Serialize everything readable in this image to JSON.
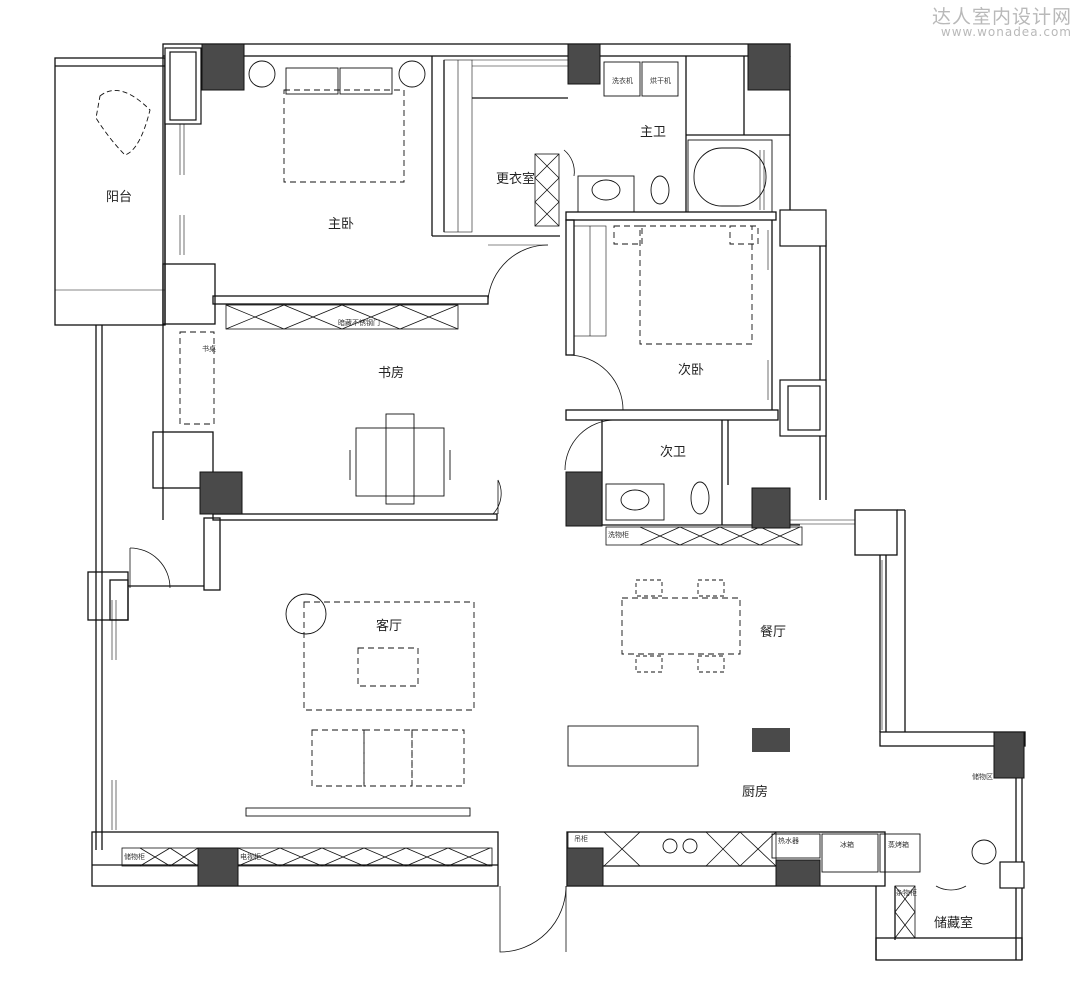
{
  "watermark": {
    "brand": "达人室内设计网",
    "url": "www.wonadea.com"
  },
  "rooms": {
    "balcony": "阳台",
    "master_bedroom": "主卧",
    "walk_in_closet": "更衣室",
    "master_bath": "主卫",
    "second_bedroom": "次卧",
    "study": "书房",
    "second_bath": "次卫",
    "living_room": "客厅",
    "dining_room": "餐厅",
    "kitchen": "厨房",
    "storage_room": "储藏室"
  },
  "fixture_labels": {
    "washer": "洗衣机",
    "dryer": "烘干机",
    "desk": "书桌",
    "wardrobe_sign": "暗藏不锈钢门",
    "washbasin_cabinet": "洗物柜",
    "tv_cabinet": "电视柜",
    "storage_cabinet": "储物柜",
    "wall_cabinet": "吊柜",
    "fridge": "冰箱",
    "steam_oven": "蒸烤箱",
    "water_heater": "热水器",
    "storage_area": "储物区",
    "misc_cabinet": "杂物柜"
  },
  "colors": {
    "wall_line": "#111111",
    "column_fill": "#4a4a4a",
    "watermark": "#b9b9b9"
  }
}
